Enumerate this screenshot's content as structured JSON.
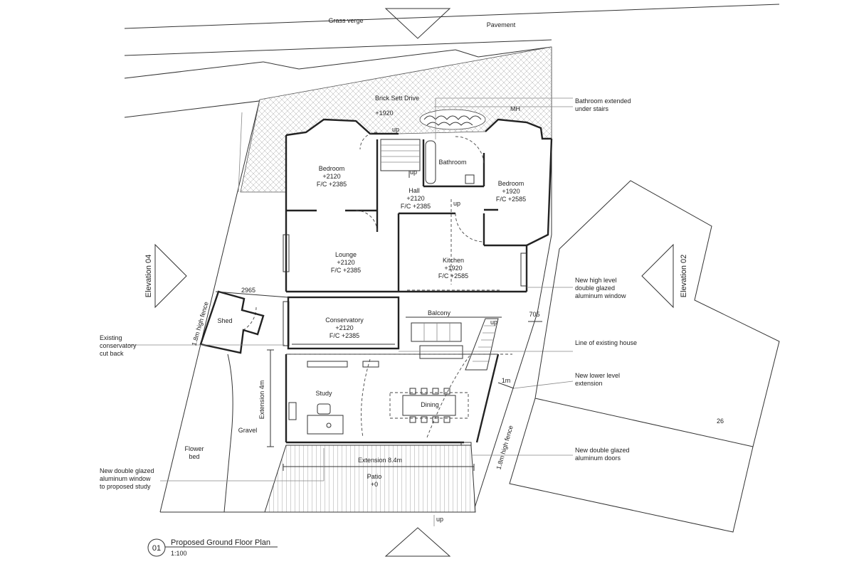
{
  "site": {
    "grass_verge": "Grass verge",
    "pavement": "Pavement",
    "brick_sett_drive": "Brick Sett Drive",
    "drive_level": "+1920",
    "mh": "MH",
    "shed": "Shed",
    "gravel": "Gravel",
    "flower_bed_1": "Flower",
    "flower_bed_2": "bed",
    "fence_left": "1.8m high fence",
    "fence_right": "1.8m high fence",
    "neighbour_number": "26"
  },
  "rooms": {
    "bedroom_left": [
      "Bedroom",
      "+2120",
      "F/C +2385"
    ],
    "bedroom_right": [
      "Bedroom",
      "+1920",
      "F/C +2585"
    ],
    "bathroom": "Bathroom",
    "hall": [
      "Hall",
      "+2120",
      "F/C +2385"
    ],
    "lounge": [
      "Lounge",
      "+2120",
      "F/C +2385"
    ],
    "kitchen": [
      "Kitchen",
      "+1920",
      "F/C +2585"
    ],
    "conservatory": [
      "Conservatory",
      "+2120",
      "F/C +2385"
    ],
    "balcony": "Balcony",
    "study": "Study",
    "dining": "Dining",
    "patio": [
      "Patio",
      "+0"
    ]
  },
  "stairs": {
    "up_1": "up",
    "up_2": "up",
    "up_3": "up",
    "up_4": "up",
    "up_5": "up"
  },
  "dimensions": {
    "width_2965": "2965",
    "width_705": "705",
    "one_m": "1m",
    "extension_4m": "Extension 4m",
    "extension_8_4m": "Extension 8.4m"
  },
  "annotations": {
    "bathroom_extended": [
      "Bathroom extended",
      "under stairs"
    ],
    "new_high_level": [
      "New high level",
      "double glazed",
      "aluminum window"
    ],
    "line_existing": "Line of existing house",
    "new_lower_level": [
      "New lower level",
      "extension"
    ],
    "new_double_doors": [
      "New double glazed",
      "aluminum doors"
    ],
    "existing_conservatory": [
      "Existing",
      "conservatory",
      "cut back"
    ],
    "new_window_study": [
      "New double glazed",
      "aluminum window",
      "to proposed study"
    ]
  },
  "elevations": {
    "left": "Elevation 04",
    "right": "Elevation 02"
  },
  "title_block": {
    "number": "01",
    "title": "Proposed Ground Floor Plan",
    "scale": "1:100"
  }
}
